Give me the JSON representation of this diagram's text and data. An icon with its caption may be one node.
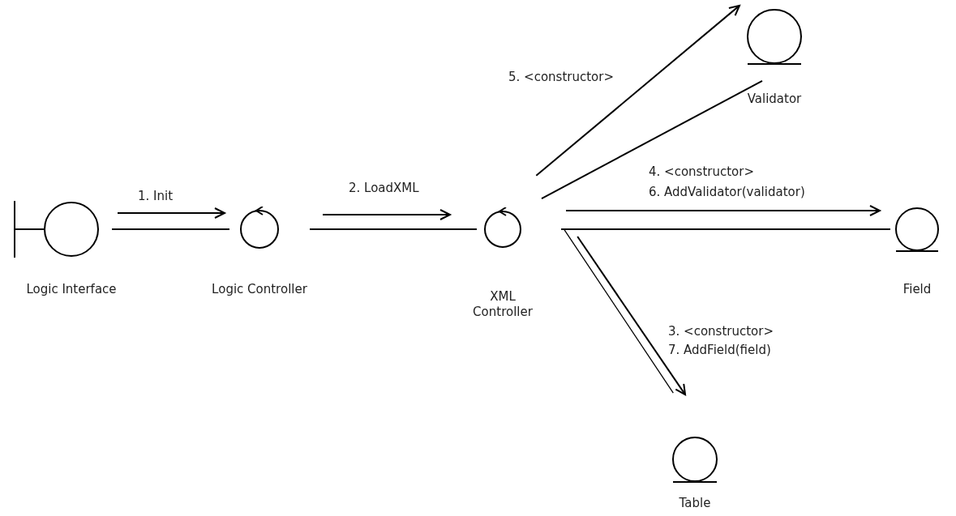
{
  "diagram": {
    "nodes": [
      {
        "text": [
          "Logic Interface"
        ]
      },
      {
        "text": [
          "Logic Controller"
        ]
      },
      {
        "text": [
          "XML Controller"
        ]
      },
      {
        "text": [
          "Validator"
        ]
      },
      {
        "text": [
          "Field"
        ]
      },
      {
        "text": [
          "Table"
        ]
      }
    ],
    "edges": [
      {
        "from": 0,
        "to": 1,
        "arrow": "none"
      },
      {
        "from": 0,
        "to": 1,
        "arrow": "to",
        "label": "1. Init"
      },
      {
        "from": 1,
        "to": 2,
        "arrow": "none"
      },
      {
        "from": 1,
        "to": 2,
        "arrow": "to",
        "label": "2. LoadXML"
      },
      {
        "from": 2,
        "to": 3,
        "arrow": "none"
      },
      {
        "from": 2,
        "to": 3,
        "arrow": "to",
        "label": "5. <constructor>"
      },
      {
        "from": 2,
        "to": 4,
        "arrow": "none"
      },
      {
        "from": 2,
        "to": 4,
        "arrow": "to",
        "label": "4. <constructor> 6. AddValidator(validator)"
      },
      {
        "from": 2,
        "to": 5,
        "arrow": "none"
      },
      {
        "from": 2,
        "to": 5,
        "arrow": "to",
        "label": "3. <constructor> 7. AddField(field)"
      }
    ]
  }
}
